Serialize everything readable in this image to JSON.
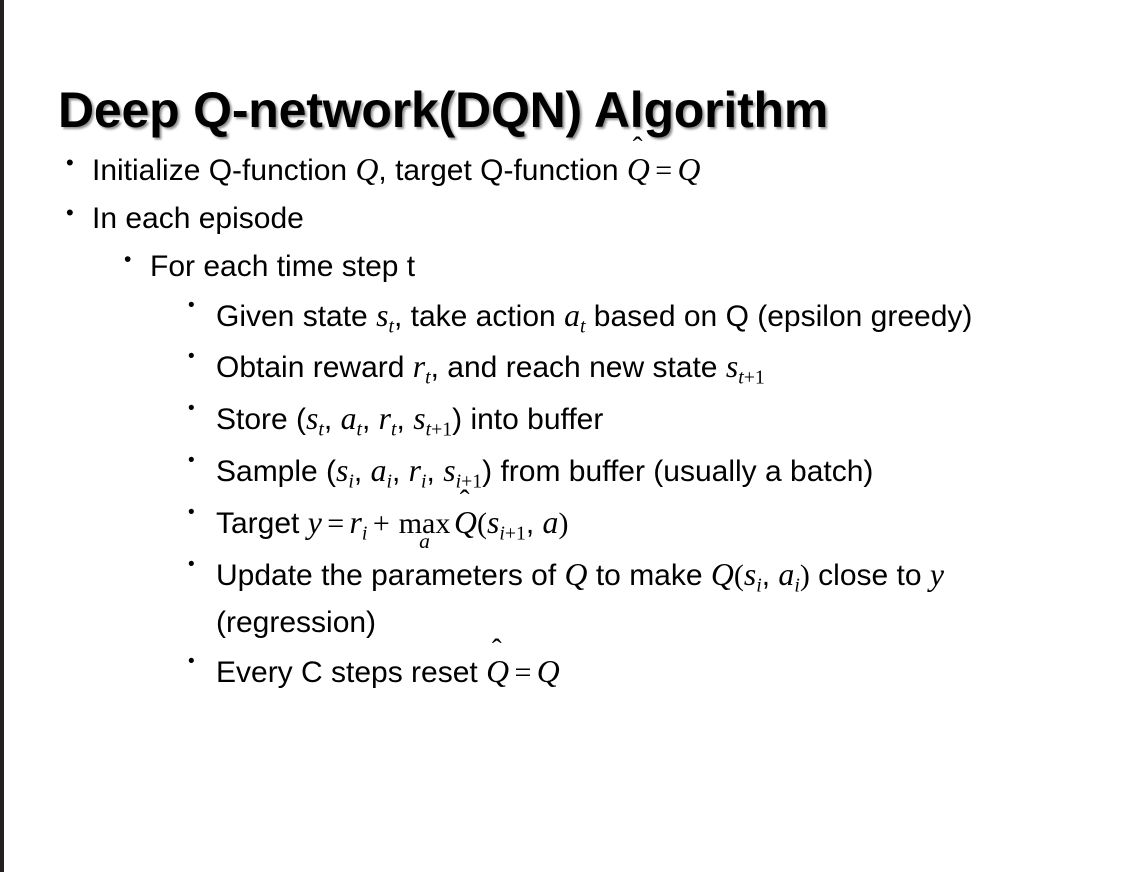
{
  "slide": {
    "title": "Deep Q-network(DQN) Algorithm",
    "background_color": "#ffffff",
    "text_color": "#000000",
    "edge_bar_color": "#231f20",
    "bullet_glyph": "•"
  },
  "body": {
    "items": [
      {
        "level": 1,
        "bullet": "•",
        "plain_text": "Initialize Q-function Q, target Q-function Q̂ = Q",
        "segments": [
          {
            "type": "text",
            "value": "Initialize Q-function "
          },
          {
            "type": "var",
            "value": "Q"
          },
          {
            "type": "text",
            "value": ", target Q-function "
          },
          {
            "type": "hatvar",
            "value": "Q"
          },
          {
            "type": "op",
            "value": "="
          },
          {
            "type": "var",
            "value": "Q"
          }
        ]
      },
      {
        "level": 1,
        "bullet": "•",
        "plain_text": "In each episode",
        "segments": [
          {
            "type": "text",
            "value": "In each episode"
          }
        ]
      },
      {
        "level": 2,
        "bullet": "•",
        "plain_text": "For each time step t",
        "segments": [
          {
            "type": "text",
            "value": "For each time step t"
          }
        ]
      },
      {
        "level": 3,
        "bullet": "•",
        "plain_text": "Given state s_t, take action a_t based on Q (epsilon greedy)",
        "segments": [
          {
            "type": "text",
            "value": "Given state "
          },
          {
            "type": "var",
            "value": "s",
            "sub": "t"
          },
          {
            "type": "text",
            "value": ", take action "
          },
          {
            "type": "var",
            "value": "a",
            "sub": "t"
          },
          {
            "type": "text",
            "value": " based on Q (epsilon greedy)"
          }
        ]
      },
      {
        "level": 3,
        "bullet": "•",
        "plain_text": "Obtain reward r_t, and reach new state s_t+1",
        "segments": [
          {
            "type": "text",
            "value": "Obtain reward "
          },
          {
            "type": "var",
            "value": "r",
            "sub": "t"
          },
          {
            "type": "text",
            "value": ", and reach new state "
          },
          {
            "type": "var",
            "value": "s",
            "sub": "t+1"
          }
        ]
      },
      {
        "level": 3,
        "bullet": "•",
        "plain_text": "Store (s_t, a_t, r_t, s_t+1) into buffer",
        "segments": [
          {
            "type": "text",
            "value": "Store ("
          },
          {
            "type": "var",
            "value": "s",
            "sub": "t"
          },
          {
            "type": "text",
            "value": ", "
          },
          {
            "type": "var",
            "value": "a",
            "sub": "t"
          },
          {
            "type": "text",
            "value": ", "
          },
          {
            "type": "var",
            "value": "r",
            "sub": "t"
          },
          {
            "type": "text",
            "value": ", "
          },
          {
            "type": "var",
            "value": "s",
            "sub": "t+1"
          },
          {
            "type": "text",
            "value": ") into buffer"
          }
        ]
      },
      {
        "level": 3,
        "bullet": "•",
        "plain_text": "Sample (s_i, a_i, r_i, s_i+1) from buffer (usually a batch)",
        "segments": [
          {
            "type": "text",
            "value": "Sample ("
          },
          {
            "type": "var",
            "value": "s",
            "sub": "i"
          },
          {
            "type": "text",
            "value": ", "
          },
          {
            "type": "var",
            "value": "a",
            "sub": "i"
          },
          {
            "type": "text",
            "value": ", "
          },
          {
            "type": "var",
            "value": "r",
            "sub": "i"
          },
          {
            "type": "text",
            "value": ", "
          },
          {
            "type": "var",
            "value": "s",
            "sub": "i+1"
          },
          {
            "type": "text",
            "value": ") from buffer (usually a batch)"
          }
        ]
      },
      {
        "level": 3,
        "bullet": "•",
        "plain_text": "Target y = r_i + max_a Q̂(s_i+1, a)",
        "segments": [
          {
            "type": "text",
            "value": "Target "
          },
          {
            "type": "var",
            "value": "y"
          },
          {
            "type": "op",
            "value": "="
          },
          {
            "type": "var",
            "value": "r",
            "sub": "i"
          },
          {
            "type": "op",
            "value": "+"
          },
          {
            "type": "maxop",
            "value": "max",
            "under": "a"
          },
          {
            "type": "hatvar",
            "value": "Q"
          },
          {
            "type": "paren",
            "value": "("
          },
          {
            "type": "var",
            "value": "s",
            "sub": "i+1"
          },
          {
            "type": "text",
            "value": ", "
          },
          {
            "type": "var",
            "value": "a"
          },
          {
            "type": "paren",
            "value": ")"
          }
        ]
      },
      {
        "level": 3,
        "bullet": "•",
        "plain_text": "Update the parameters of Q to make Q(s_i, a_i) close to y (regression)",
        "segments": [
          {
            "type": "text",
            "value": "Update the parameters of "
          },
          {
            "type": "var",
            "value": "Q"
          },
          {
            "type": "text",
            "value": " to make "
          },
          {
            "type": "var",
            "value": "Q"
          },
          {
            "type": "paren",
            "value": "("
          },
          {
            "type": "var",
            "value": "s",
            "sub": "i"
          },
          {
            "type": "text",
            "value": ", "
          },
          {
            "type": "var",
            "value": "a",
            "sub": "i"
          },
          {
            "type": "paren",
            "value": ")"
          },
          {
            "type": "text",
            "value": " close to "
          },
          {
            "type": "var",
            "value": "y"
          },
          {
            "type": "text",
            "value": " (regression)"
          }
        ]
      },
      {
        "level": 3,
        "bullet": "•",
        "plain_text": "Every C steps reset Q̂ = Q",
        "segments": [
          {
            "type": "text",
            "value": "Every C steps reset "
          },
          {
            "type": "hatvar",
            "value": "Q"
          },
          {
            "type": "op",
            "value": "="
          },
          {
            "type": "var",
            "value": "Q"
          }
        ]
      }
    ]
  }
}
